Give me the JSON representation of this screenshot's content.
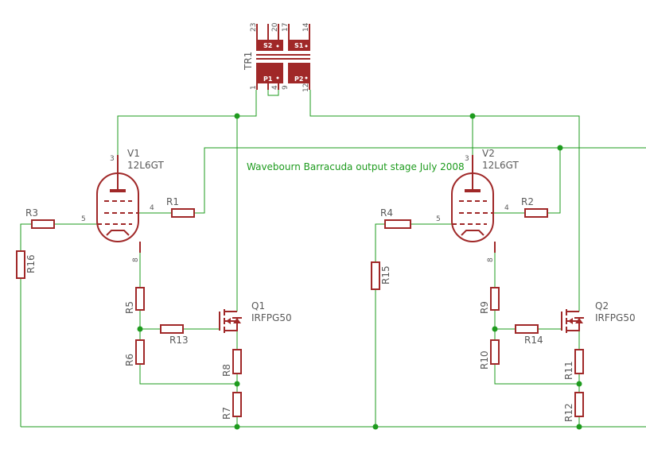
{
  "note": "Wavebourn Barracuda output stage July 2008",
  "transformer": {
    "ref": "TR1",
    "pins": {
      "p23": "23",
      "p20": "20",
      "p17": "17",
      "p14": "14",
      "p1": "1",
      "p4": "4",
      "p9": "9",
      "p12": "12"
    },
    "windings": {
      "s2": "S2",
      "s1": "S1",
      "p1": "P1",
      "p2": "P2"
    }
  },
  "tubes": {
    "v1": {
      "ref": "V1",
      "value": "12L6GT",
      "pin3": "3",
      "pin5": "5",
      "pin4": "4",
      "pin8": "8"
    },
    "v2": {
      "ref": "V2",
      "value": "12L6GT",
      "pin3": "3",
      "pin5": "5",
      "pin4": "4",
      "pin8": "8"
    }
  },
  "mosfets": {
    "q1": {
      "ref": "Q1",
      "value": "IRFPG50"
    },
    "q2": {
      "ref": "Q2",
      "value": "IRFPG50"
    }
  },
  "resistors": {
    "r1": "R1",
    "r2": "R2",
    "r3": "R3",
    "r4": "R4",
    "r5": "R5",
    "r6": "R6",
    "r7": "R7",
    "r8": "R8",
    "r9": "R9",
    "r10": "R10",
    "r11": "R11",
    "r12": "R12",
    "r13": "R13",
    "r14": "R14",
    "r15": "R15",
    "r16": "R16"
  }
}
